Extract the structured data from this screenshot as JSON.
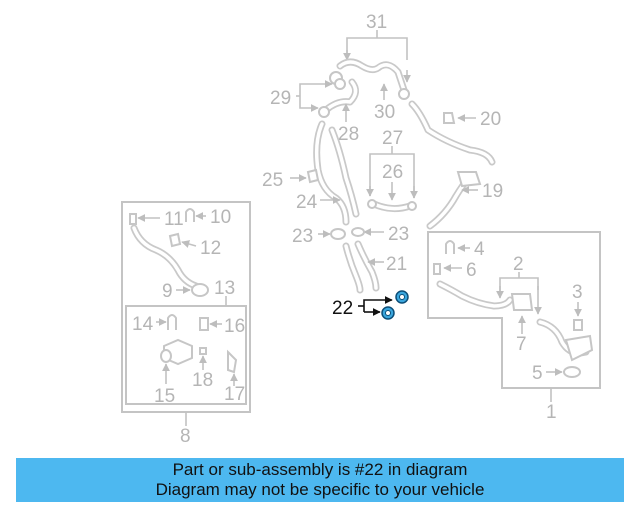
{
  "callouts": {
    "n1": "1",
    "n2": "2",
    "n3": "3",
    "n4": "4",
    "n5": "5",
    "n6": "6",
    "n7": "7",
    "n8": "8",
    "n9": "9",
    "n10": "10",
    "n11": "11",
    "n12": "12",
    "n13": "13",
    "n14": "14",
    "n15": "15",
    "n16": "16",
    "n17": "17",
    "n18": "18",
    "n19": "19",
    "n20": "20",
    "n21": "21",
    "n22": "22",
    "n23a": "23",
    "n23b": "23",
    "n24": "24",
    "n25": "25",
    "n26": "26",
    "n27": "27",
    "n28": "28",
    "n29": "29",
    "n30": "30",
    "n31": "31"
  },
  "highlight_part": "22",
  "colors": {
    "highlight_part": "#3aa6dd",
    "banner": "#4db8f0",
    "faded": "#b5b5b5"
  },
  "caption": {
    "line1": "Part or sub-assembly is #22 in diagram",
    "line2": "Diagram may not be specific to your vehicle"
  }
}
